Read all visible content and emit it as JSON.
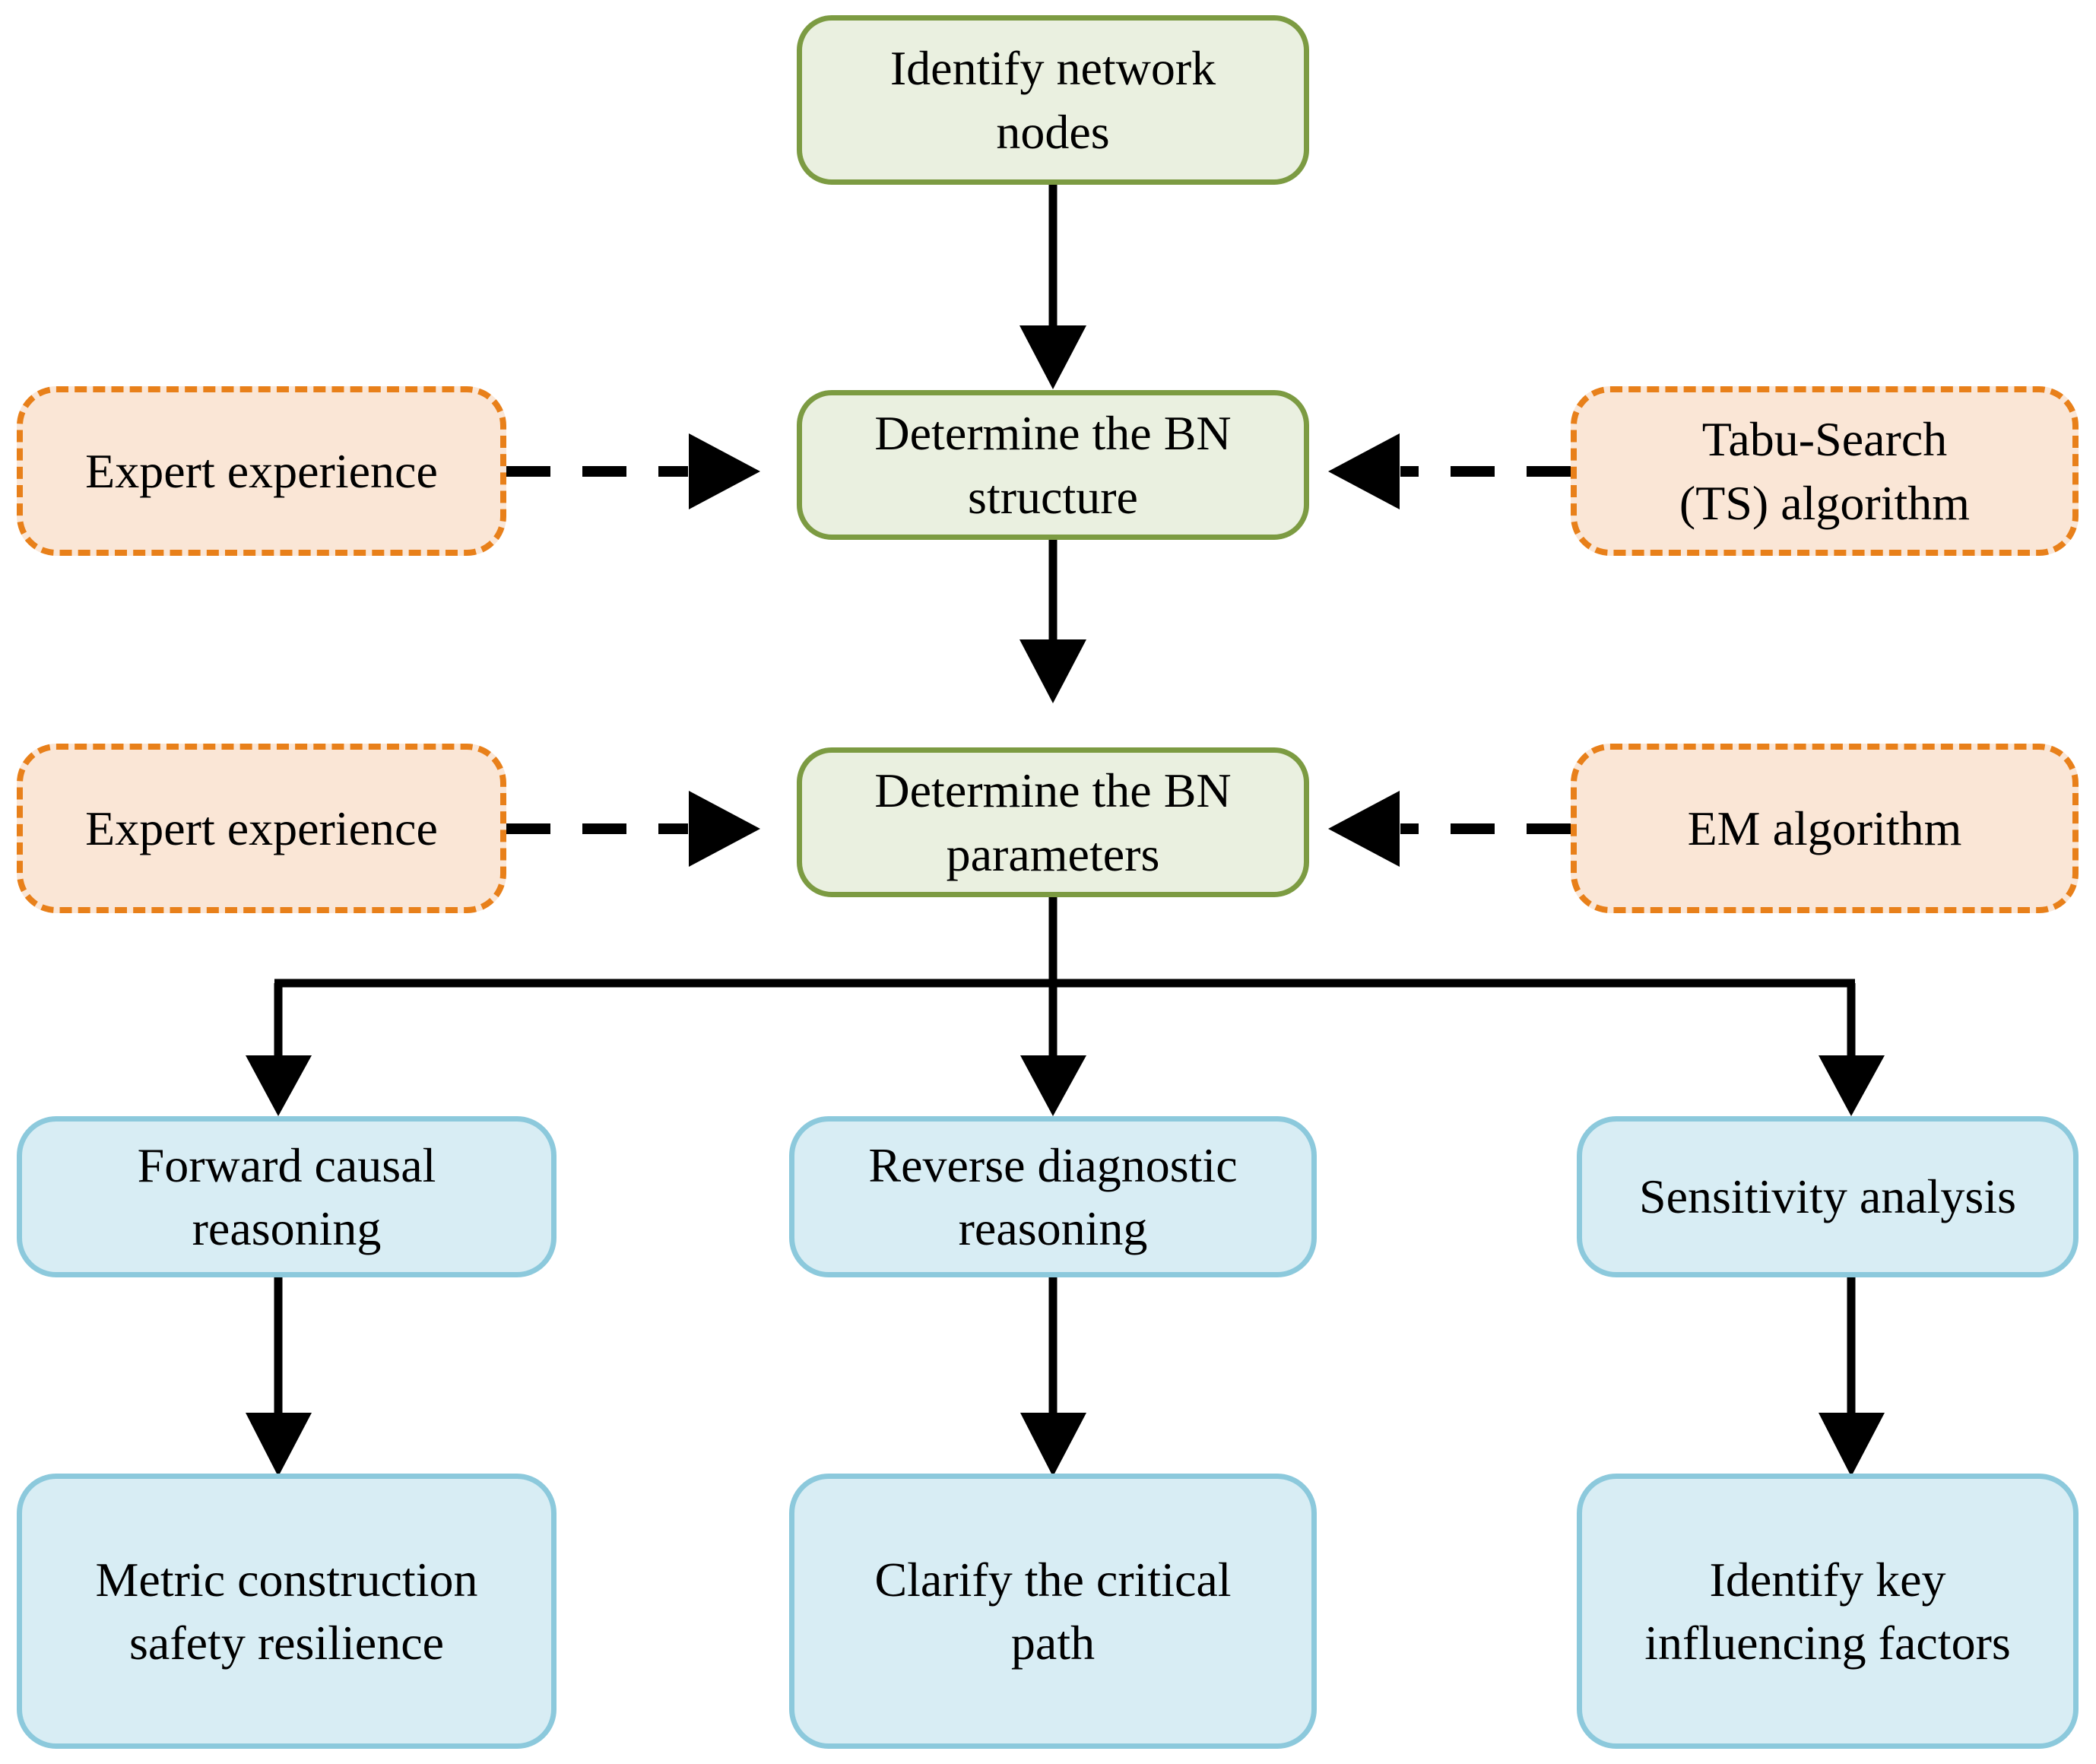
{
  "diagram": {
    "title": "Bayesian network modelling workflow",
    "background": "#ffffff",
    "palette": {
      "green_fill": "#eaf0e0",
      "green_border": "#7c9b42",
      "orange_fill": "#fae6d6",
      "orange_border": "#e8801a",
      "blue_fill": "#d8edf4",
      "blue_border": "#8cc9dc",
      "edge_color": "#000000",
      "text_color": "#000000"
    },
    "nodes": {
      "identify_network_nodes": {
        "line1": "Identify network",
        "line2": "nodes"
      },
      "expert_experience_structure": {
        "line1": "Expert experience"
      },
      "determine_bn_structure": {
        "line1": "Determine the BN",
        "line2": "structure"
      },
      "tabu_search_algorithm": {
        "line1": "Tabu-Search",
        "line2": "(TS) algorithm"
      },
      "expert_experience_parameters": {
        "line1": "Expert experience"
      },
      "determine_bn_parameters": {
        "line1": "Determine the BN",
        "line2": "parameters"
      },
      "em_algorithm": {
        "line1": "EM algorithm"
      },
      "forward_causal_reasoning": {
        "line1": "Forward causal",
        "line2": "reasoning"
      },
      "reverse_diagnostic_reasoning": {
        "line1": "Reverse diagnostic",
        "line2": "reasoning"
      },
      "sensitivity_analysis": {
        "line1": "Sensitivity analysis"
      },
      "metric_construction_safety_resilience": {
        "line1": "Metric construction",
        "line2": "safety resilience"
      },
      "clarify_the_critical_path": {
        "line1": "Clarify the critical",
        "line2": "path"
      },
      "identify_key_influencing_factors": {
        "line1": "Identify key",
        "line2": "influencing factors"
      }
    },
    "edges": [
      {
        "from": "identify_network_nodes",
        "to": "determine_bn_structure",
        "style": "solid",
        "direction": "down"
      },
      {
        "from": "expert_experience_structure",
        "to": "determine_bn_structure",
        "style": "dashed",
        "direction": "right"
      },
      {
        "from": "tabu_search_algorithm",
        "to": "determine_bn_structure",
        "style": "dashed",
        "direction": "left"
      },
      {
        "from": "determine_bn_structure",
        "to": "determine_bn_parameters",
        "style": "solid",
        "direction": "down"
      },
      {
        "from": "expert_experience_parameters",
        "to": "determine_bn_parameters",
        "style": "dashed",
        "direction": "right"
      },
      {
        "from": "em_algorithm",
        "to": "determine_bn_parameters",
        "style": "dashed",
        "direction": "left"
      },
      {
        "from": "determine_bn_parameters",
        "to": "forward_causal_reasoning",
        "style": "solid",
        "direction": "down"
      },
      {
        "from": "determine_bn_parameters",
        "to": "reverse_diagnostic_reasoning",
        "style": "solid",
        "direction": "down"
      },
      {
        "from": "determine_bn_parameters",
        "to": "sensitivity_analysis",
        "style": "solid",
        "direction": "down"
      },
      {
        "from": "forward_causal_reasoning",
        "to": "metric_construction_safety_resilience",
        "style": "solid",
        "direction": "down"
      },
      {
        "from": "reverse_diagnostic_reasoning",
        "to": "clarify_the_critical_path",
        "style": "solid",
        "direction": "down"
      },
      {
        "from": "sensitivity_analysis",
        "to": "identify_key_influencing_factors",
        "style": "solid",
        "direction": "down"
      }
    ]
  }
}
